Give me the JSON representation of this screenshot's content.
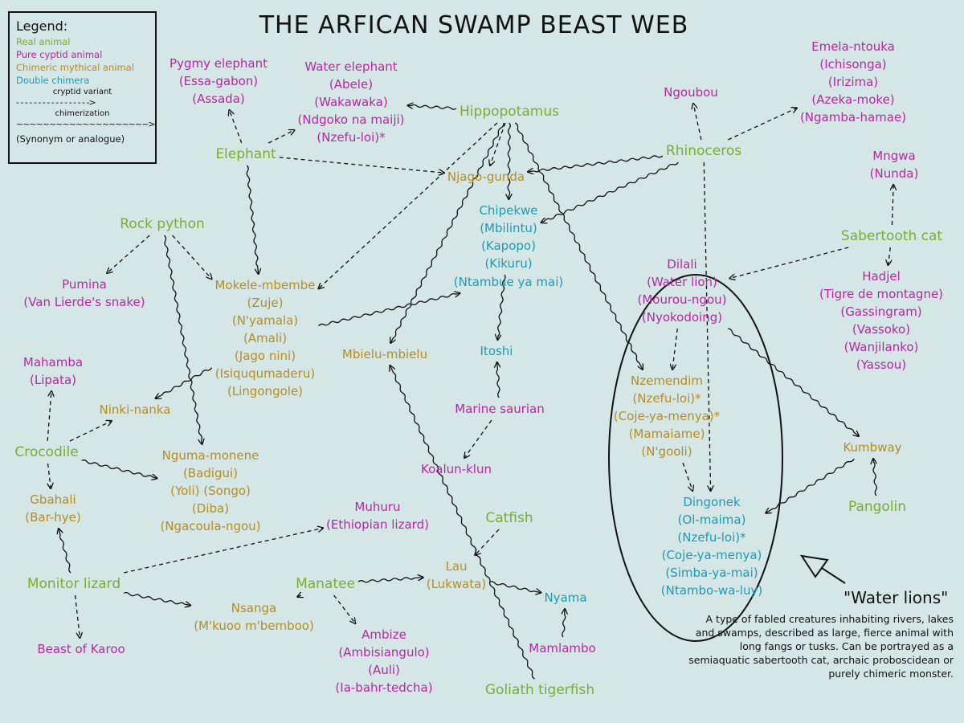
{
  "title": "THE ARFICAN SWAMP BEAST WEB",
  "legend": {
    "title": "Legend:",
    "real": "Real animal",
    "cryptid": "Pure cyptid animal",
    "chimeric": "Chimeric mythical animal",
    "double": "Double chimera",
    "variant_label": "cryptid variant",
    "chimerization_label": "chimerization",
    "synonym": "(Synonym or analogue)"
  },
  "colors": {
    "real": "#79ad32",
    "cryptid": "#b6289f",
    "chimeric": "#b48d25",
    "double": "#1f9ab1",
    "background": "#d5e6e7"
  },
  "nodes": [
    {
      "id": "pygmy-elephant",
      "type": "cryptid",
      "lines": [
        "Pygmy elephant",
        "(Essa-gabon)",
        "(Assada)"
      ]
    },
    {
      "id": "water-elephant",
      "type": "cryptid",
      "lines": [
        "Water elephant",
        "(Abele)",
        "(Wakawaka)",
        "(Ndgoko na maiji)",
        "(Nzefu-loi)*"
      ]
    },
    {
      "id": "hippopotamus",
      "type": "real",
      "lines": [
        "Hippopotamus"
      ]
    },
    {
      "id": "ngoubou",
      "type": "cryptid",
      "lines": [
        "Ngoubou"
      ]
    },
    {
      "id": "emela-ntouka",
      "type": "cryptid",
      "lines": [
        "Emela-ntouka",
        "(Ichisonga)",
        "(Irizima)",
        "(Azeka-moke)",
        "(Ngamba-hamae)"
      ]
    },
    {
      "id": "elephant",
      "type": "real",
      "lines": [
        "Elephant"
      ]
    },
    {
      "id": "njago-gunda",
      "type": "chimeric",
      "lines": [
        "Njago-gunda"
      ]
    },
    {
      "id": "rhinoceros",
      "type": "real",
      "lines": [
        "Rhinoceros"
      ]
    },
    {
      "id": "mngwa",
      "type": "cryptid",
      "lines": [
        "Mngwa",
        "(Nunda)"
      ]
    },
    {
      "id": "rock-python",
      "type": "real",
      "lines": [
        "Rock python"
      ]
    },
    {
      "id": "chipekwe",
      "type": "double",
      "lines": [
        "Chipekwe",
        "(Mbilintu)",
        "(Kapopo)",
        "(Kikuru)"
      ]
    },
    {
      "id": "ntambue",
      "type": "double",
      "lines": [
        "(Ntambue ya mai)"
      ]
    },
    {
      "id": "sabertooth-cat",
      "type": "real",
      "lines": [
        "Sabertooth cat"
      ]
    },
    {
      "id": "pumina",
      "type": "cryptid",
      "lines": [
        "Pumina",
        "(Van Lierde's snake)"
      ]
    },
    {
      "id": "mokele-mbembe",
      "type": "chimeric",
      "lines": [
        "Mokele-mbembe",
        "(Zuje)",
        "(N'yamala)",
        "(Amali)",
        "(Jago nini)",
        "(Isiququmaderu)",
        "(Lingongole)"
      ]
    },
    {
      "id": "dilali",
      "type": "cryptid",
      "lines": [
        "Dilali",
        "(Water lion)",
        "(Mourou-ngou)",
        "(Nyokodoing)"
      ]
    },
    {
      "id": "hadjel",
      "type": "cryptid",
      "lines": [
        "Hadjel",
        "(Tigre de montagne)",
        "(Gassingram)",
        "(Vassoko)",
        "(Wanjilanko)",
        "(Yassou)"
      ]
    },
    {
      "id": "mbielu-mbielu",
      "type": "chimeric",
      "lines": [
        "Mbielu-mbielu"
      ]
    },
    {
      "id": "itoshi",
      "type": "double",
      "lines": [
        "Itoshi"
      ]
    },
    {
      "id": "mahamba",
      "type": "cryptid",
      "lines": [
        "Mahamba",
        "(Lipata)"
      ]
    },
    {
      "id": "nzemendim",
      "type": "chimeric",
      "lines": [
        "Nzemendim",
        "(Nzefu-loi)*",
        "(Coje-ya-menya)*",
        "(Mamaiame)",
        "(N'gooli)"
      ]
    },
    {
      "id": "ninki-nanka",
      "type": "chimeric",
      "lines": [
        "Ninki-nanka"
      ]
    },
    {
      "id": "marine-saurian",
      "type": "cryptid",
      "lines": [
        "Marine saurian"
      ]
    },
    {
      "id": "crocodile",
      "type": "real",
      "lines": [
        "Crocodile"
      ]
    },
    {
      "id": "nguma-monene",
      "type": "chimeric",
      "lines": [
        "Nguma-monene",
        "(Badigui)",
        "(Yoli)     (Songo)",
        "(Diba)",
        "(Ngacoula-ngou)"
      ]
    },
    {
      "id": "kumbway",
      "type": "chimeric",
      "lines": [
        "Kumbway"
      ]
    },
    {
      "id": "koalun-klun",
      "type": "cryptid",
      "lines": [
        "Koalun-klun"
      ]
    },
    {
      "id": "gbahali",
      "type": "chimeric",
      "lines": [
        "Gbahali",
        "(Bar-hye)"
      ]
    },
    {
      "id": "dingonek",
      "type": "double",
      "lines": [
        "Dingonek",
        "(Ol-maima)",
        "(Nzefu-loi)*",
        "(Coje-ya-menya)",
        "(Simba-ya-mai)",
        "(Ntambo-wa-luy)"
      ]
    },
    {
      "id": "pangolin",
      "type": "real",
      "lines": [
        "Pangolin"
      ]
    },
    {
      "id": "muhuru",
      "type": "cryptid",
      "lines": [
        "Muhuru",
        "(Ethiopian lizard)"
      ]
    },
    {
      "id": "catfish",
      "type": "real",
      "lines": [
        "Catfish"
      ]
    },
    {
      "id": "lau",
      "type": "chimeric",
      "lines": [
        "Lau",
        "(Lukwata)"
      ]
    },
    {
      "id": "monitor-lizard",
      "type": "real",
      "lines": [
        "Monitor lizard"
      ]
    },
    {
      "id": "manatee",
      "type": "real",
      "lines": [
        "Manatee"
      ]
    },
    {
      "id": "nyama",
      "type": "double",
      "lines": [
        "Nyama"
      ]
    },
    {
      "id": "nsanga",
      "type": "chimeric",
      "lines": [
        "Nsanga",
        "(M'kuoo m'bemboo)"
      ]
    },
    {
      "id": "mamlambo",
      "type": "cryptid",
      "lines": [
        "Mamlambo"
      ]
    },
    {
      "id": "beast-of-karoo",
      "type": "cryptid",
      "lines": [
        "Beast of Karoo"
      ]
    },
    {
      "id": "ambize",
      "type": "cryptid",
      "lines": [
        "Ambize",
        "(Ambisiangulo)",
        "(Auli)",
        "(Ia-bahr-tedcha)"
      ]
    },
    {
      "id": "goliath-tigerfish",
      "type": "real",
      "lines": [
        "Goliath tigerfish"
      ]
    }
  ],
  "edges": [
    {
      "from": "elephant",
      "to": "pygmy-elephant",
      "kind": "variant"
    },
    {
      "from": "elephant",
      "to": "water-elephant",
      "kind": "variant"
    },
    {
      "from": "hippopotamus",
      "to": "water-elephant",
      "kind": "chimerization"
    },
    {
      "from": "elephant",
      "to": "njago-gunda",
      "kind": "variant"
    },
    {
      "from": "hippopotamus",
      "to": "njago-gunda",
      "kind": "variant"
    },
    {
      "from": "rhinoceros",
      "to": "njago-gunda",
      "kind": "chimerization"
    },
    {
      "from": "rhinoceros",
      "to": "ngoubou",
      "kind": "variant"
    },
    {
      "from": "rhinoceros",
      "to": "emela-ntouka",
      "kind": "variant"
    },
    {
      "from": "rhinoceros",
      "to": "chipekwe",
      "kind": "chimerization"
    },
    {
      "from": "hippopotamus",
      "to": "mokele-mbembe",
      "kind": "variant"
    },
    {
      "from": "hippopotamus",
      "to": "chipekwe",
      "kind": "chimerization"
    },
    {
      "from": "hippopotamus",
      "to": "mbielu-mbielu",
      "kind": "chimerization"
    },
    {
      "from": "hippopotamus",
      "to": "nzemendim",
      "kind": "chimerization"
    },
    {
      "from": "elephant",
      "to": "mokele-mbembe",
      "kind": "chimerization"
    },
    {
      "from": "rock-python",
      "to": "pumina",
      "kind": "variant"
    },
    {
      "from": "rock-python",
      "to": "mokele-mbembe",
      "kind": "variant"
    },
    {
      "from": "rock-python",
      "to": "nguma-monene",
      "kind": "chimerization"
    },
    {
      "from": "mokele-mbembe",
      "to": "ntambue",
      "kind": "chimerization"
    },
    {
      "from": "chipekwe",
      "to": "itoshi",
      "kind": "chimerization"
    },
    {
      "from": "marine-saurian",
      "to": "itoshi",
      "kind": "chimerization"
    },
    {
      "from": "marine-saurian",
      "to": "koalun-klun",
      "kind": "variant"
    },
    {
      "from": "mokele-mbembe",
      "to": "ninki-nanka",
      "kind": "chimerization"
    },
    {
      "from": "crocodile",
      "to": "ninki-nanka",
      "kind": "variant"
    },
    {
      "from": "crocodile",
      "to": "mahamba",
      "kind": "variant"
    },
    {
      "from": "crocodile",
      "to": "gbahali",
      "kind": "variant"
    },
    {
      "from": "crocodile",
      "to": "nguma-monene",
      "kind": "chimerization"
    },
    {
      "from": "monitor-lizard",
      "to": "gbahali",
      "kind": "chimerization"
    },
    {
      "from": "monitor-lizard",
      "to": "beast-of-karoo",
      "kind": "variant"
    },
    {
      "from": "monitor-lizard",
      "to": "muhuru",
      "kind": "variant"
    },
    {
      "from": "monitor-lizard",
      "to": "nsanga",
      "kind": "chimerization"
    },
    {
      "from": "manatee",
      "to": "nsanga",
      "kind": "chimerization"
    },
    {
      "from": "manatee",
      "to": "ambize",
      "kind": "variant"
    },
    {
      "from": "manatee",
      "to": "lau",
      "kind": "chimerization"
    },
    {
      "from": "catfish",
      "to": "lau",
      "kind": "variant"
    },
    {
      "from": "lau",
      "to": "nyama",
      "kind": "chimerization"
    },
    {
      "from": "mamlambo",
      "to": "nyama",
      "kind": "chimerization"
    },
    {
      "from": "goliath-tigerfish",
      "to": "mbielu-mbielu",
      "kind": "chimerization"
    },
    {
      "from": "sabertooth-cat",
      "to": "mngwa",
      "kind": "variant"
    },
    {
      "from": "sabertooth-cat",
      "to": "hadjel",
      "kind": "variant"
    },
    {
      "from": "sabertooth-cat",
      "to": "dilali",
      "kind": "variant"
    },
    {
      "from": "dilali",
      "to": "nzemendim",
      "kind": "variant"
    },
    {
      "from": "dilali",
      "to": "kumbway",
      "kind": "chimerization"
    },
    {
      "from": "nzemendim",
      "to": "dingonek",
      "kind": "variant"
    },
    {
      "from": "rhinoceros",
      "to": "dingonek",
      "kind": "variant"
    },
    {
      "from": "kumbway",
      "to": "dingonek",
      "kind": "chimerization"
    },
    {
      "from": "pangolin",
      "to": "kumbway",
      "kind": "chimerization"
    }
  ],
  "water_lions": {
    "title": "\"Water lions\"",
    "description": "A type of fabled creatures inhabiting rivers, lakes and swamps, described as large, fierce animal with long fangs or tusks. Can be portrayed as a semiaquatic sabertooth cat, archaic proboscidean or purely chimeric monster."
  }
}
